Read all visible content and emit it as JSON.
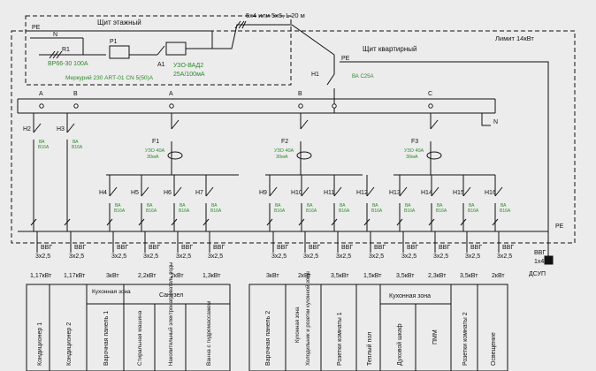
{
  "floor_panel": {
    "title": "Щит этажный",
    "pe": "PE",
    "n": "N",
    "r1": "R1",
    "p1": "P1",
    "a1": "A1",
    "breaker_spec": "ВР66-30  100А",
    "meter_spec": "Меркурий 230 АRТ-01 CN 5(50)А",
    "rcd_name": "УЗО-ВАД2",
    "rcd_spec": "25А/100мА"
  },
  "cable_main": "5х4 или 5х6, L 20 м",
  "apartment_panel": {
    "title": "Щит квартирный",
    "limit": "Лимит 14кВт",
    "h1": "H1",
    "pe": "PE",
    "h1_spec": "ВА С25А",
    "n": "N"
  },
  "phases": [
    "A",
    "B",
    "A",
    "B",
    "C"
  ],
  "rcds": [
    {
      "name": "F1",
      "spec1": "УЗО 40А",
      "spec2": "30мА"
    },
    {
      "name": "F2",
      "spec1": "УЗО 40А",
      "spec2": "30мА"
    },
    {
      "name": "F3",
      "spec1": "УЗО 40А",
      "spec2": "30мА"
    }
  ],
  "breakers": [
    {
      "name": "H2",
      "spec1": "ВА",
      "spec2": "В16А"
    },
    {
      "name": "H3",
      "spec1": "ВА",
      "spec2": "В16А"
    },
    {
      "name": "H4",
      "spec1": "ВА",
      "spec2": "В16А"
    },
    {
      "name": "H5",
      "spec1": "ВА",
      "spec2": "В16А"
    },
    {
      "name": "H6",
      "spec1": "ВА",
      "spec2": "В16А"
    },
    {
      "name": "H7",
      "spec1": "ВА",
      "spec2": "В16А"
    },
    {
      "name": "H9",
      "spec1": "ВА",
      "spec2": "В16А"
    },
    {
      "name": "H10",
      "spec1": "ВА",
      "spec2": "В16А"
    },
    {
      "name": "H11",
      "spec1": "ВА",
      "spec2": "В16А"
    },
    {
      "name": "H12",
      "spec1": "ВА",
      "spec2": "В16А"
    },
    {
      "name": "H13",
      "spec1": "ВА",
      "spec2": "В16А"
    },
    {
      "name": "H14",
      "spec1": "ВА",
      "spec2": "В16А"
    },
    {
      "name": "H15",
      "spec1": "ВА",
      "spec2": "В16А"
    },
    {
      "name": "H16",
      "spec1": "ВА",
      "spec2": "В16А"
    }
  ],
  "outputs": [
    {
      "cable": "ВВГ",
      "section": "3х2,5",
      "power": "1,17кВт"
    },
    {
      "cable": "ВВГ",
      "section": "3х2,5",
      "power": "1,17кВт"
    },
    {
      "cable": "ВВГ",
      "section": "3х2,5",
      "power": "3кВт"
    },
    {
      "cable": "ВВГ",
      "section": "3х2,5",
      "power": "2,2кВт"
    },
    {
      "cable": "ВВГ",
      "section": "3х2,5",
      "power": "2кВт"
    },
    {
      "cable": "ВВГ",
      "section": "3х2,5",
      "power": "1,3кВт"
    },
    {
      "cable": "ВВГ",
      "section": "3х2,5",
      "power": "3кВт"
    },
    {
      "cable": "ВВГ",
      "section": "3х2,5",
      "power": "2кВт"
    },
    {
      "cable": "ВВГ",
      "section": "3х2,5",
      "power": "3,5кВт"
    },
    {
      "cable": "ВВГ",
      "section": "3х2,5",
      "power": "1,5кВт"
    },
    {
      "cable": "ВВГ",
      "section": "3х2,5",
      "power": "3,5кВт"
    },
    {
      "cable": "ВВГ",
      "section": "3х2,5",
      "power": "2,3кВт"
    },
    {
      "cable": "ВВГ",
      "section": "3х2,5",
      "power": "3,5кВт"
    },
    {
      "cable": "ВВГ",
      "section": "3х2,5",
      "power": "2кВт"
    }
  ],
  "dsup": {
    "cable": "ВВГ",
    "section": "1х4",
    "label": "ДСУП"
  },
  "consumers_left": {
    "c1": "Кондиционер 1",
    "c2": "Кондиционер 2",
    "kitchen_zone": "Кухонная зона",
    "cooktop": "Варочная панель 1",
    "bathroom": "Санузел",
    "washer": "Стиральная машина",
    "heater": "Накопительный электронагреватель воды",
    "bath": "Ванна с гидромассажем"
  },
  "consumers_right": {
    "cooktop2": "Варочная панель 2",
    "kitchen_zone": "Кухонная зона",
    "fridge": "Холодильник и розетки кухонной зоны",
    "sockets1": "Розетки комнаты 1",
    "warm_floor": "Теплый пол",
    "kitchen_zone2": "Кухонная зона",
    "oven": "Духовой шкаф",
    "microwave": "ПММ",
    "sockets2": "Розетки комнаты 2",
    "lighting": "Освещение"
  }
}
